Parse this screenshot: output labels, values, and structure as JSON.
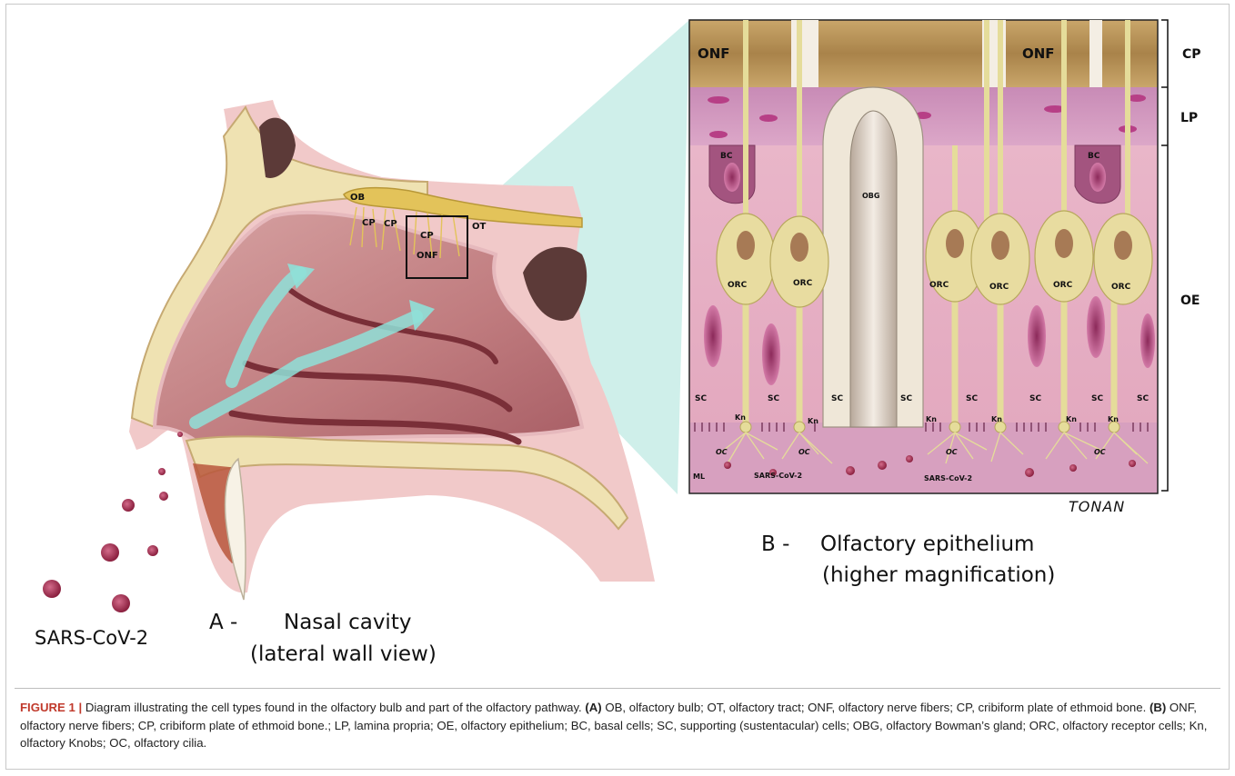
{
  "panel_a": {
    "label_letter": "A -",
    "title_line1": "Nasal cavity",
    "title_line2": "(lateral wall view)",
    "virus_label": "SARS-CoV-2",
    "labels": {
      "ob": "OB",
      "cp1": "CP",
      "cp2": "CP",
      "cp3": "CP",
      "onf": "ONF",
      "ot": "OT"
    }
  },
  "panel_b": {
    "label_letter": "B -",
    "title_line1": "Olfactory epithelium",
    "title_line2": "(higher magnification)",
    "bracket_labels": {
      "cp": "CP",
      "lp": "LP",
      "oe": "OE"
    },
    "onf_left": "ONF",
    "onf_right": "ONF",
    "obg": "OBG",
    "bc": "BC",
    "orc": "ORC",
    "sc": "SC",
    "kn": "Kn",
    "oc": "OC",
    "ml": "ML",
    "virus": "SARS-CoV-2",
    "signature": "TONAN"
  },
  "caption": {
    "head": "FIGURE 1 |",
    "intro": " Diagram illustrating the cell types found in the olfactory bulb and part of the olfactory pathway. ",
    "a_tag": "(A)",
    "a_text": " OB, olfactory bulb; OT, olfactory tract; ONF, olfactory nerve fibers; CP, cribiform plate of ethmoid bone. ",
    "b_tag": "(B)",
    "b_text": " ONF, olfactory nerve fibers; CP, cribiform plate of ethmoid bone.; LP, lamina propria; OE, olfactory epithelium; BC, basal cells; SC, supporting (sustentacular) cells; OBG, olfactory Bowman’s gland; ORC, olfactory receptor cells; Kn, olfactory Knobs; OC, olfactory cilia."
  },
  "colors": {
    "cavity_pink": "#c98a8a",
    "mucosa": "#e7b9c0",
    "bone": "#efe2b2",
    "teal_arrow": "#8fe0d8",
    "epithelium_pink": "#e8b4c6",
    "nerve_yellow": "#e5dc9a",
    "cp_brown": "#b8935a"
  }
}
